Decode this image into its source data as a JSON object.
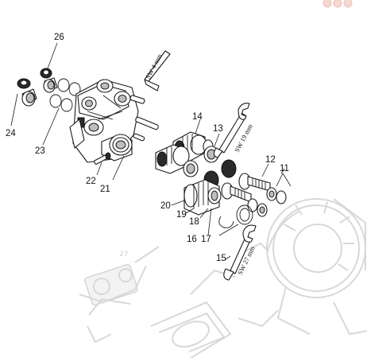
{
  "callouts": {
    "c11": "11",
    "c12": "12",
    "c13": "13",
    "c14": "14",
    "c15": "15",
    "c16": "16",
    "c17": "17",
    "c18": "18",
    "c19": "19",
    "c20": "20",
    "c21": "21",
    "c22": "22",
    "c23": "23",
    "c24": "24",
    "c26": "26"
  },
  "tools": {
    "hex_key": "SW 4 mm",
    "wrench_19": "SW 19 mm",
    "wrench_27": "SW 27 mm"
  },
  "background": {
    "ghost_label": "27"
  },
  "icons": [
    "corner-dots-icon"
  ]
}
